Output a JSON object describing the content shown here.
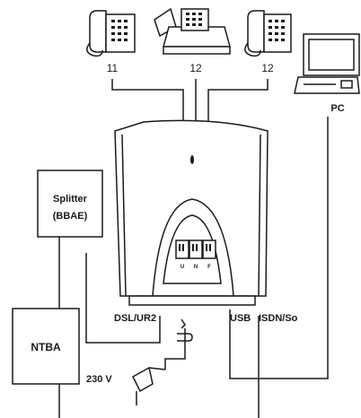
{
  "devices": {
    "phone_left": {
      "number": "11"
    },
    "fax_center": {
      "number": "12"
    },
    "phone_right": {
      "number": "12"
    },
    "pc": {
      "label": "PC"
    }
  },
  "boxes": {
    "splitter": {
      "line1": "Splitter",
      "line2": "(BBAE)"
    },
    "ntba": {
      "label": "NTBA"
    }
  },
  "ports": {
    "dsl": "DSL/UR2",
    "usb": "USB",
    "isdn": "ISDN/So",
    "power": "230 V",
    "jack_u": "U",
    "jack_n": "N",
    "jack_f": "F"
  },
  "colors": {
    "ink": "#1a1a1a",
    "background": "#ffffff"
  }
}
